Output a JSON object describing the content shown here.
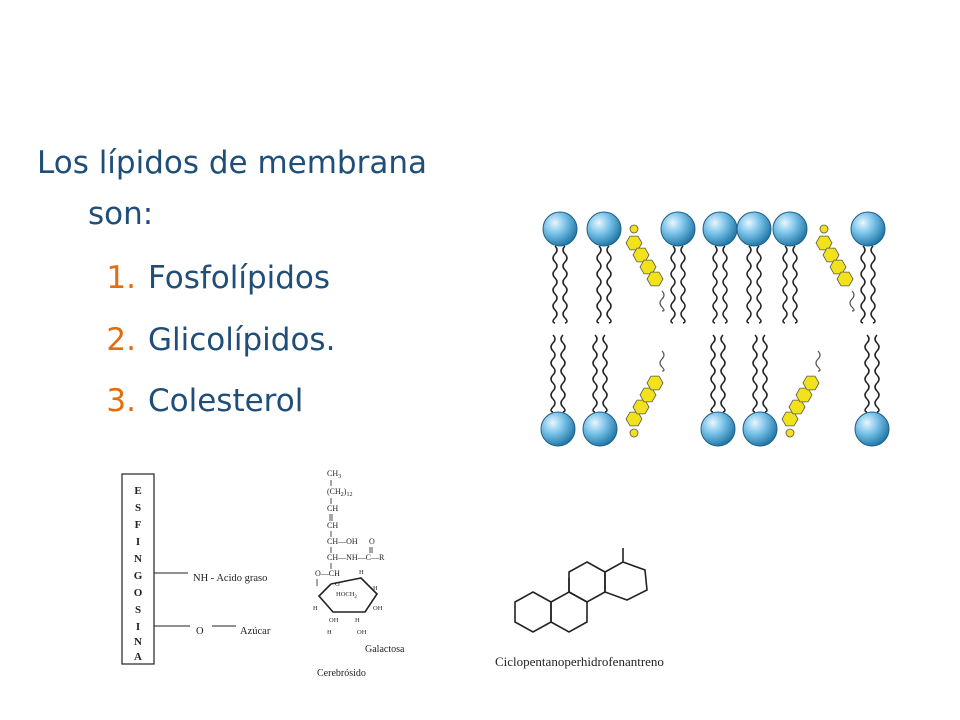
{
  "intro": {
    "line1": "Los lípidos de membrana",
    "line2": "son:"
  },
  "list": [
    {
      "num": "1.",
      "text": "Fosfolípidos"
    },
    {
      "num": "2.",
      "text": "Glicolípidos."
    },
    {
      "num": "3.",
      "text": "Colesterol"
    }
  ],
  "colors": {
    "text": "#1f4e79",
    "number": "#e46c0a",
    "head": "#4da6d6",
    "steroid": "#f2e21b"
  },
  "sphingosine": {
    "letters": [
      "E",
      "S",
      "F",
      "I",
      "N",
      "G",
      "O",
      "S",
      "I",
      "N",
      "A"
    ],
    "nh_label": "NH - Acido graso",
    "o_label": "O",
    "sugar_label": "Azúcar"
  },
  "cerebroside": {
    "ch3": "CH",
    "ch3_sub": "3",
    "ch2": "(CH",
    "ch2_sub": "2",
    "ch2_tail": ")",
    "ch2_index": "12",
    "ch_a": "CH",
    "ch_b": "CH",
    "choh": "CH—OH",
    "o_top": "O",
    "chnh": "CH—NH—C—R",
    "och": "O—CH",
    "ring_o": "O",
    "ring_h1": "H",
    "ring_h2": "H",
    "ring_h3": "H",
    "ring_h4": "H",
    "ring_h5": "H",
    "hoch": "HOCH",
    "hoch_sub": "2",
    "oh1": "OH",
    "oh2": "OH",
    "oh3": "OH",
    "galactose_label": "Galactosa",
    "caption": "Cerebrósido"
  },
  "steroid_caption": "Ciclopentanoperhidrofenantreno"
}
